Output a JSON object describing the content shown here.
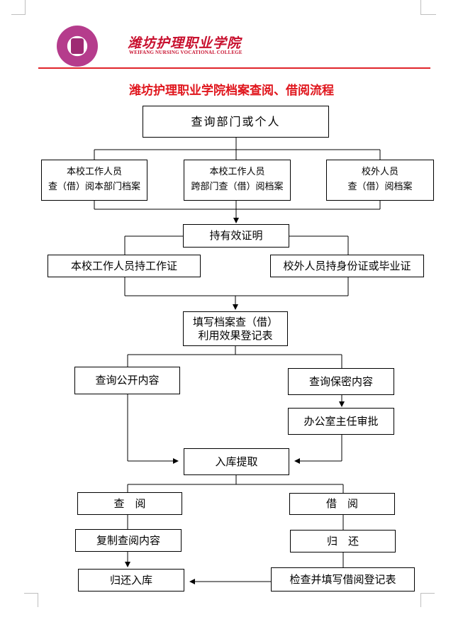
{
  "header": {
    "college_name_cn": "潍坊护理职业学院",
    "college_name_en": "WEIFANG NURSING VOCATIONAL COLLEGE"
  },
  "title": "潍坊护理职业学院档案查阅、借阅流程",
  "flow": {
    "start": "查询部门或个人",
    "roles": [
      {
        "line1": "本校工作人员",
        "line2": "查（借）阅本部门档案"
      },
      {
        "line1": "本校工作人员",
        "line2": "跨部门查（借）阅档案"
      },
      {
        "line1": "校外人员",
        "line2": "查（借）阅档案"
      }
    ],
    "proof": "持有效证明",
    "proof_internal": "本校工作人员持工作证",
    "proof_external": "校外人员持身份证或毕业证",
    "register_line1": "填写档案查（借）",
    "register_line2": "利用效果登记表",
    "public_content": "查询公开内容",
    "secret_content": "查询保密内容",
    "approval": "办公室主任审批",
    "retrieve": "入库提取",
    "consult": "查　阅",
    "borrow": "借　阅",
    "copy": "复制查阅内容",
    "return": "归　还",
    "return_storage": "归还入库",
    "check_register": "检查并填写借阅登记表"
  }
}
